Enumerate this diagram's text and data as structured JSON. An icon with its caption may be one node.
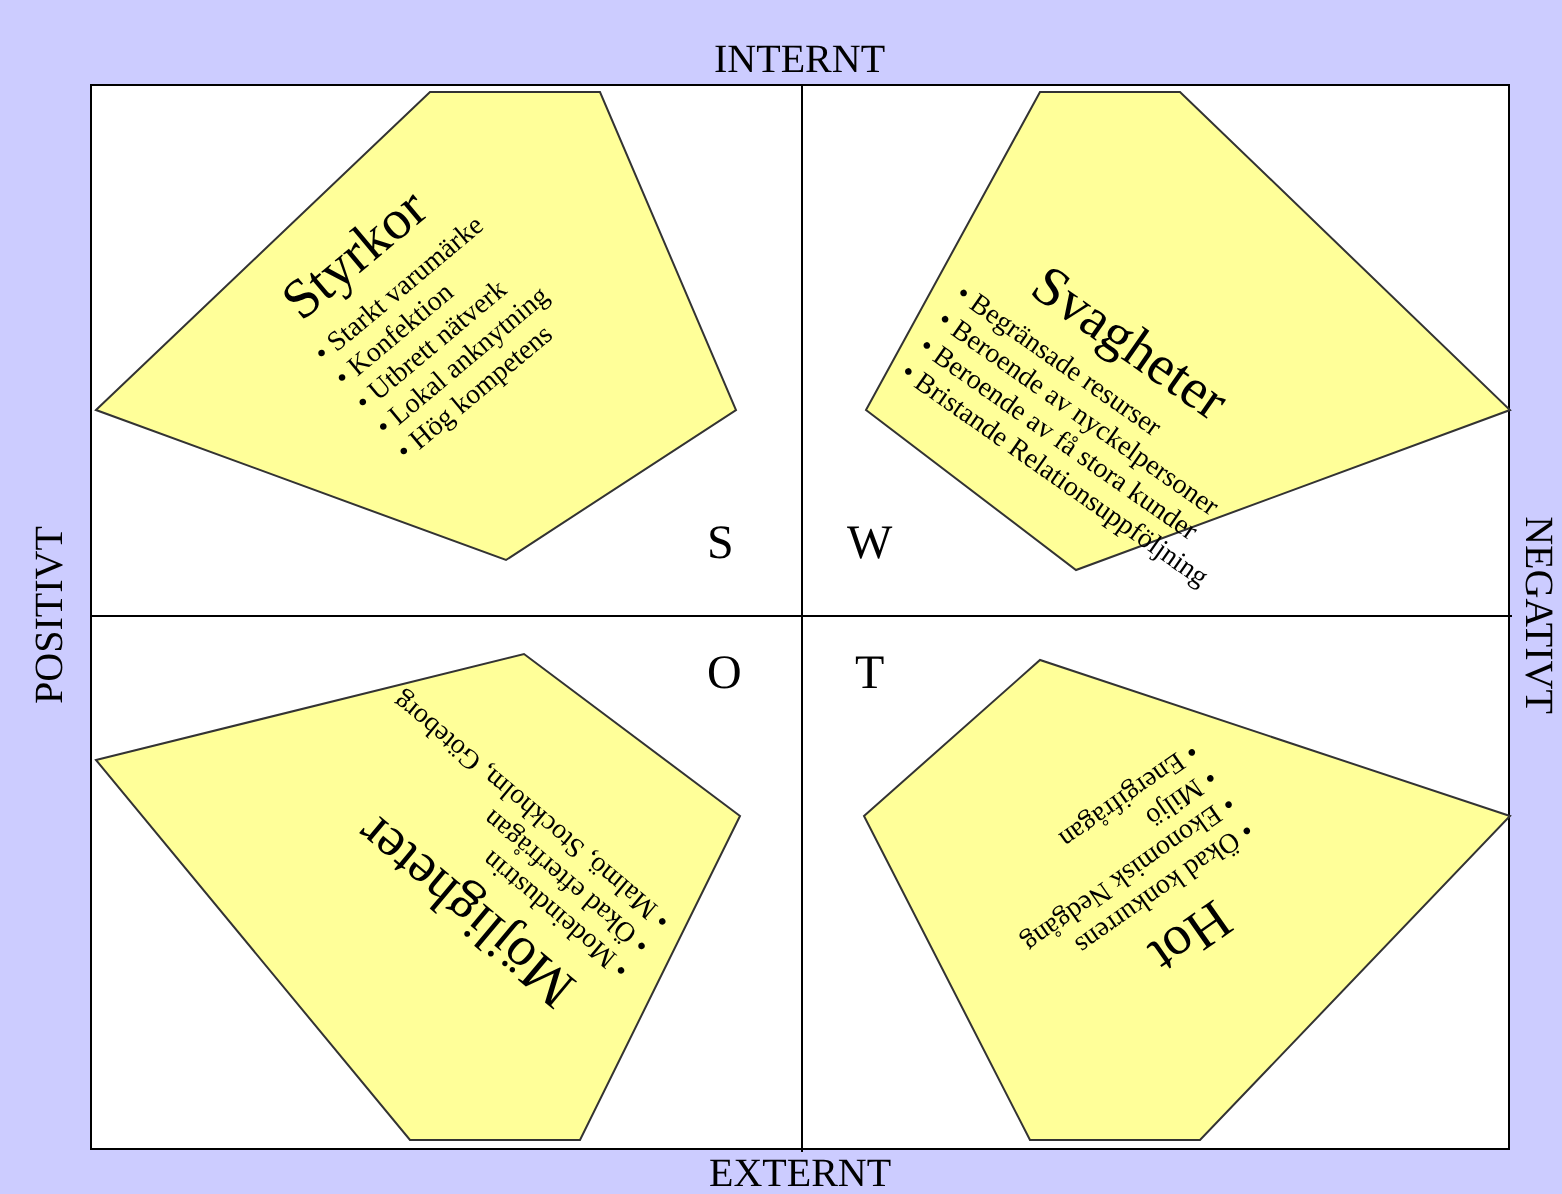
{
  "diagram": {
    "nodes": [
      {
        "text": [
          "Styrkor",
          "• Starkt varumärke",
          "• Konfektion",
          "• Utbrett nätverk",
          "• Lokal anknytning",
          "• Hög kompetens"
        ]
      },
      {
        "text": [
          "Svagheter",
          "• Begränsade resurser",
          "• Beroende av nyckelpersoner",
          "• Beroende av få stora kunder",
          "• Bristande Relationsuppföljning"
        ]
      },
      {
        "text": [
          "Möjligheter",
          "• Modeindustrin",
          "• Ökad efterfrågan",
          "• Malmö, Stockholm, Göteborg"
        ]
      },
      {
        "text": [
          "Hot",
          "• Ökad konkurrens",
          "• Ekonomisk Nedgång",
          "• Miljö",
          "• Energifrågan"
        ]
      }
    ],
    "edges": [],
    "labels": [
      "INTERNT",
      "POSITIVT",
      "NEGATIVT",
      "S",
      "W",
      "O",
      "T",
      "EXTERNT"
    ]
  }
}
